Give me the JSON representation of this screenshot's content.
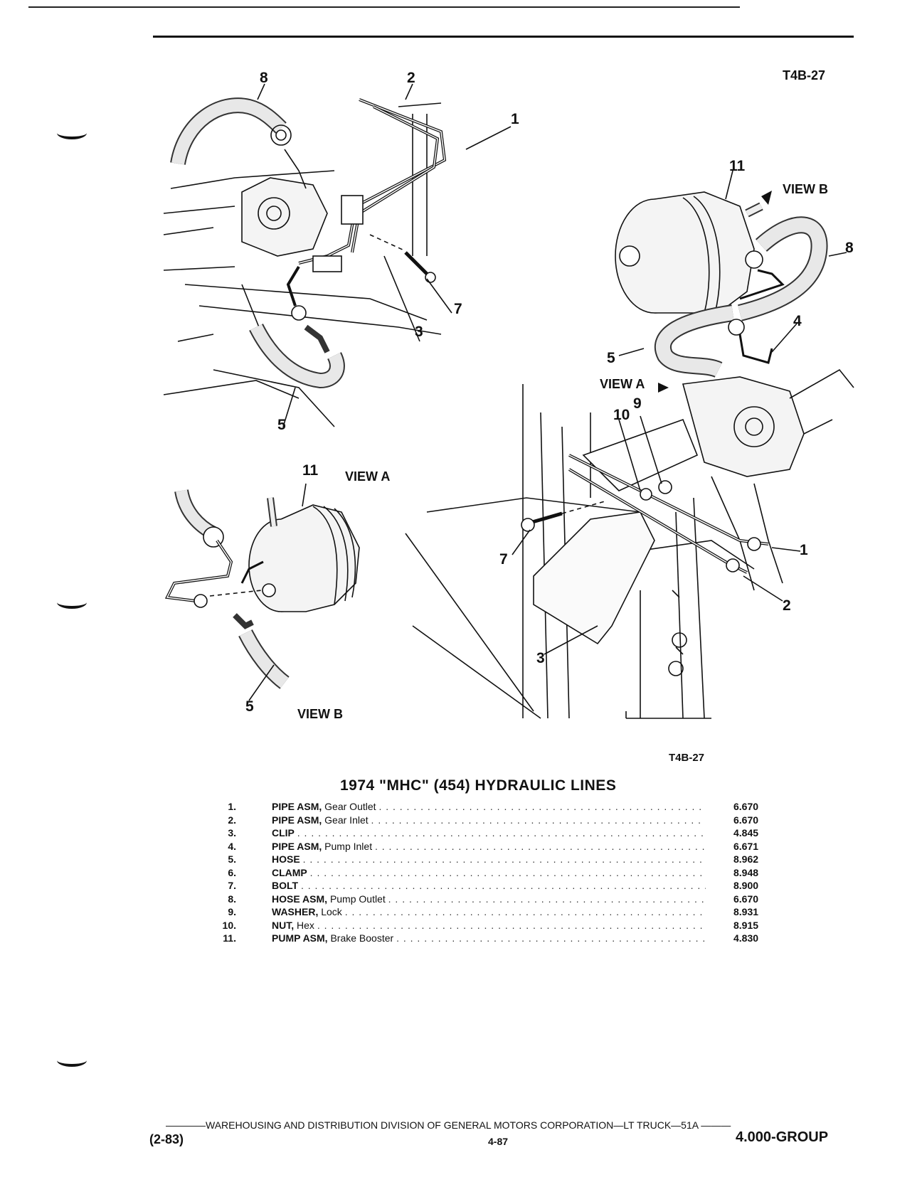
{
  "figure_code": "T4B-27",
  "figure_code_lower": "T4B-27",
  "diagram": {
    "view_a_label": "VIEW A",
    "view_b_label": "VIEW B",
    "callouts": [
      "1",
      "2",
      "3",
      "4",
      "5",
      "7",
      "8",
      "9",
      "10",
      "11"
    ]
  },
  "title": "1974 \"MHC\" (454) HYDRAULIC LINES",
  "parts": [
    {
      "num": "1.",
      "name": "PIPE ASM,",
      "desc": "Gear Outlet",
      "code": "6.670"
    },
    {
      "num": "2.",
      "name": "PIPE ASM,",
      "desc": "Gear Inlet",
      "code": "6.670"
    },
    {
      "num": "3.",
      "name": "CLIP",
      "desc": "",
      "code": "4.845"
    },
    {
      "num": "4.",
      "name": "PIPE ASM,",
      "desc": "Pump Inlet",
      "code": "6.671"
    },
    {
      "num": "5.",
      "name": "HOSE",
      "desc": "",
      "code": "8.962"
    },
    {
      "num": "6.",
      "name": "CLAMP",
      "desc": "",
      "code": "8.948"
    },
    {
      "num": "7.",
      "name": "BOLT",
      "desc": "",
      "code": "8.900"
    },
    {
      "num": "8.",
      "name": "HOSE ASM,",
      "desc": "Pump Outlet",
      "code": "6.670"
    },
    {
      "num": "9.",
      "name": "WASHER,",
      "desc": "Lock",
      "code": "8.931"
    },
    {
      "num": "10.",
      "name": "NUT,",
      "desc": "Hex",
      "code": "8.915"
    },
    {
      "num": "11.",
      "name": "PUMP ASM,",
      "desc": "Brake Booster",
      "code": "4.830"
    }
  ],
  "footer": {
    "line": "————WAREHOUSING AND DISTRIBUTION DIVISION OF GENERAL MOTORS CORPORATION—LT TRUCK—51A ———",
    "date": "(2-83)",
    "page": "4-87",
    "group": "4.000-GROUP"
  }
}
